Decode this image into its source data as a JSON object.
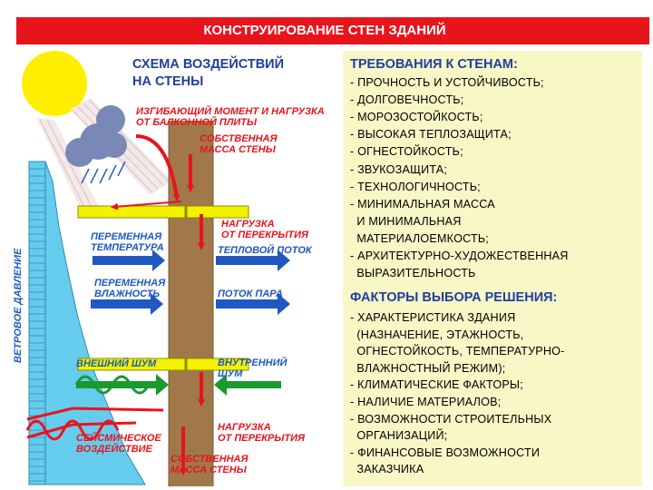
{
  "title": "КОНСТРУИРОВАНИЕ СТЕН ЗДАНИЙ",
  "scheme": {
    "title_line1": "СХЕМА ВОЗДЕЙСТВИЙ",
    "title_line2": "НА СТЕНЫ",
    "labels": {
      "bending_1": "ИЗГИБАЮЩИЙ МОМЕНТ И НАГРУЗКА",
      "bending_2": "ОТ БАЛКОННОЙ ПЛИТЫ",
      "own_mass_top_1": "СОБСТВЕННАЯ",
      "own_mass_top_2": "МАССА СТЕНЫ",
      "var_temp_1": "ПЕРЕМЕННАЯ",
      "var_temp_2": "ТЕМПЕРАТУРА",
      "load_top_1": "НАГРУЗКА",
      "load_top_2": "ОТ ПЕРЕКРЫТИЯ",
      "heat_flow": "ТЕПЛОВОЙ ПОТОК",
      "var_humid_1": "ПЕРЕМЕННАЯ",
      "var_humid_2": "ВЛАЖНОСТЬ",
      "vapor_flow": "ПОТОК ПАРА",
      "ext_noise": "ВНЕШНИЙ ШУМ",
      "int_noise_1": "ВНУТРЕННИЙ",
      "int_noise_2": "ШУМ",
      "seismic_1": "СЕЙСМИЧЕСКОЕ",
      "seismic_2": "ВОЗДЕЙСТВИЕ",
      "load_bottom_1": "НАГРУЗКА",
      "load_bottom_2": "ОТ ПЕРЕКРЫТИЯ",
      "own_mass_bottom_1": "СОБСТВЕННАЯ",
      "own_mass_bottom_2": "МАССА СТЕНЫ",
      "wind_pressure": "ВЕТРОВОЕ ДАВЛЕНИЕ"
    }
  },
  "requirements": {
    "heading": "ТРЕБОВАНИЯ К СТЕНАМ:",
    "items": [
      "- ПРОЧНОСТЬ И УСТОЙЧИВОСТЬ;",
      "- ДОЛГОВЕЧНОСТЬ;",
      "- МОРОЗОСТОЙКОСТЬ;",
      "- ВЫСОКАЯ ТЕПЛОЗАЩИТА;",
      "- ОГНЕСТОЙКОСТЬ;",
      "- ЗВУКОЗАЩИТА;",
      "- ТЕХНОЛОГИЧНОСТЬ;",
      "- МИНИМАЛЬНАЯ МАССА",
      "  И МИНИМАЛЬНАЯ",
      "  МАТЕРИАЛОЕМКОСТЬ;",
      "- АРХИТЕКТУРНО-ХУДОЖЕСТВЕННАЯ",
      "  ВЫРАЗИТЕЛЬНОСТЬ"
    ]
  },
  "factors": {
    "heading": "ФАКТОРЫ ВЫБОРА РЕШЕНИЯ:",
    "items": [
      "- ХАРАКТЕРИСТИКА ЗДАНИЯ",
      "  (НАЗНАЧЕНИЕ, ЭТАЖНОСТЬ,",
      "  ОГНЕСТОЙКОСТЬ, ТЕМПЕРАТУРНО-",
      "  ВЛАЖНОСТНЫЙ РЕЖИМ);",
      "- КЛИМАТИЧЕСКИЕ ФАКТОРЫ;",
      "- НАЛИЧИЕ МАТЕРИАЛОВ;",
      "- ВОЗМОЖНОСТИ СТРОИТЕЛЬНЫХ",
      "  ОРГАНИЗАЦИЙ;",
      "- ФИНАНСОВЫЕ ВОЗМОЖНОСТИ",
      "  ЗАКАЗЧИКА"
    ]
  },
  "colors": {
    "title_bar": "#e8141c",
    "heading_blue": "#1f3ea0",
    "arrow_red": "#e8141c",
    "arrow_blue": "#1e58c0",
    "arrow_green": "#1a9a2e",
    "wall": "#a0784a",
    "slab": "#f2f200",
    "sun": "#ffee00",
    "cloud": "#7a88b8",
    "wind_column": "#66ccee",
    "panel_bg": "#f8f7c6"
  }
}
